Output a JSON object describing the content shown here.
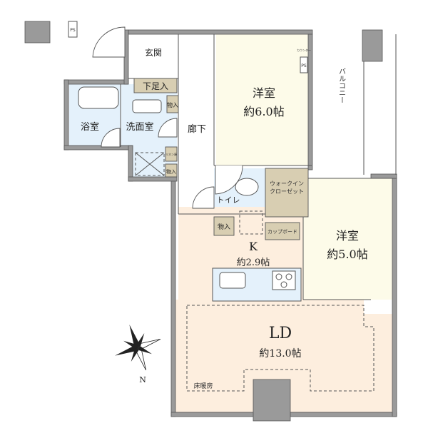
{
  "colors": {
    "wet_area": "#e4f1fb",
    "western_room": "#fdfbe9",
    "ldk": "#fdeede",
    "storage": "#d8ceb2",
    "wall": "#9a9a9a"
  },
  "rooms": {
    "entrance": "玄関",
    "shoe_box": "下足入",
    "bath": "浴室",
    "washroom": "洗面室",
    "corridor": "廊下",
    "toilet": "トイレ",
    "walk_in_closet_1": "ウォークイン",
    "walk_in_closet_2": "クローゼット",
    "cupboard": "カップボード",
    "storage": "物入",
    "linen": "リネン庫",
    "western1_name": "洋室",
    "western1_size": "約6.0帖",
    "western2_name": "洋室",
    "western2_size": "約5.0帖",
    "kitchen_name": "K",
    "kitchen_size": "約2.9帖",
    "ld_name": "LD",
    "ld_size": "約13.0帖",
    "floor_heating": "床暖房",
    "balcony": "バルコニー",
    "ps": "PS",
    "counter": "カウンター"
  },
  "compass": {
    "north": "N"
  }
}
